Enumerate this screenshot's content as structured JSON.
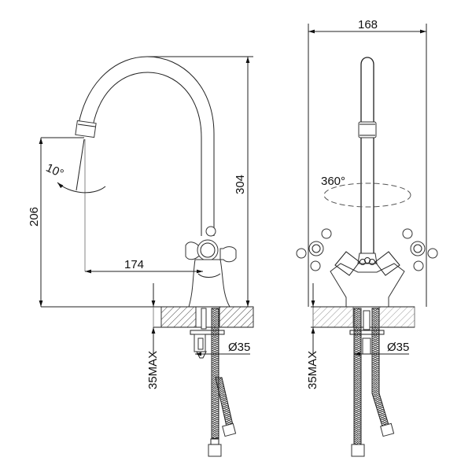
{
  "drawing": {
    "title": "Kitchen faucet dimensional drawing",
    "views": [
      "side-view",
      "front-view"
    ]
  },
  "side_view": {
    "dimensions": {
      "height_total": "304",
      "spout_height": "206",
      "spout_reach": "174",
      "swivel_angle": "10°",
      "mount_thickness": "35MAX",
      "hole_diameter": "Ø35"
    }
  },
  "front_view": {
    "dimensions": {
      "width": "168",
      "rotation": "360°",
      "mount_thickness": "35MAX",
      "hole_diameter": "Ø35"
    }
  },
  "colors": {
    "line": "#222222",
    "background": "#ffffff"
  }
}
